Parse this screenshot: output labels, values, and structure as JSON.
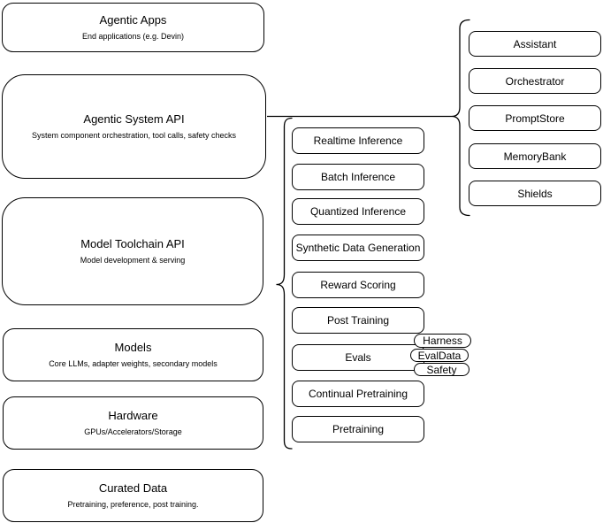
{
  "left_column": [
    {
      "title": "Agentic Apps",
      "subtitle": "End applications (e.g. Devin)"
    },
    {
      "title": "Agentic System API",
      "subtitle": "System component orchestration, tool calls, safety checks"
    },
    {
      "title": "Model Toolchain API",
      "subtitle": "Model development & serving"
    },
    {
      "title": "Models",
      "subtitle": "Core LLMs, adapter weights, secondary models"
    },
    {
      "title": "Hardware",
      "subtitle": "GPUs/Accelerators/Storage"
    },
    {
      "title": "Curated Data",
      "subtitle": "Pretraining, preference, post training."
    }
  ],
  "toolchain": {
    "items": [
      "Realtime Inference",
      "Batch Inference",
      "Quantized Inference",
      "Synthetic Data Generation",
      "Reward Scoring",
      "Post Training",
      "Evals",
      "Continual Pretraining",
      "Pretraining"
    ]
  },
  "evals_tags": [
    "Harness",
    "EvalData",
    "Safety"
  ],
  "system_components": [
    "Assistant",
    "Orchestrator",
    "PromptStore",
    "MemoryBank",
    "Shields"
  ],
  "colors": {
    "stroke": "#000000",
    "fill": "#ffffff",
    "text": "#000000",
    "background": "#ffffff"
  }
}
